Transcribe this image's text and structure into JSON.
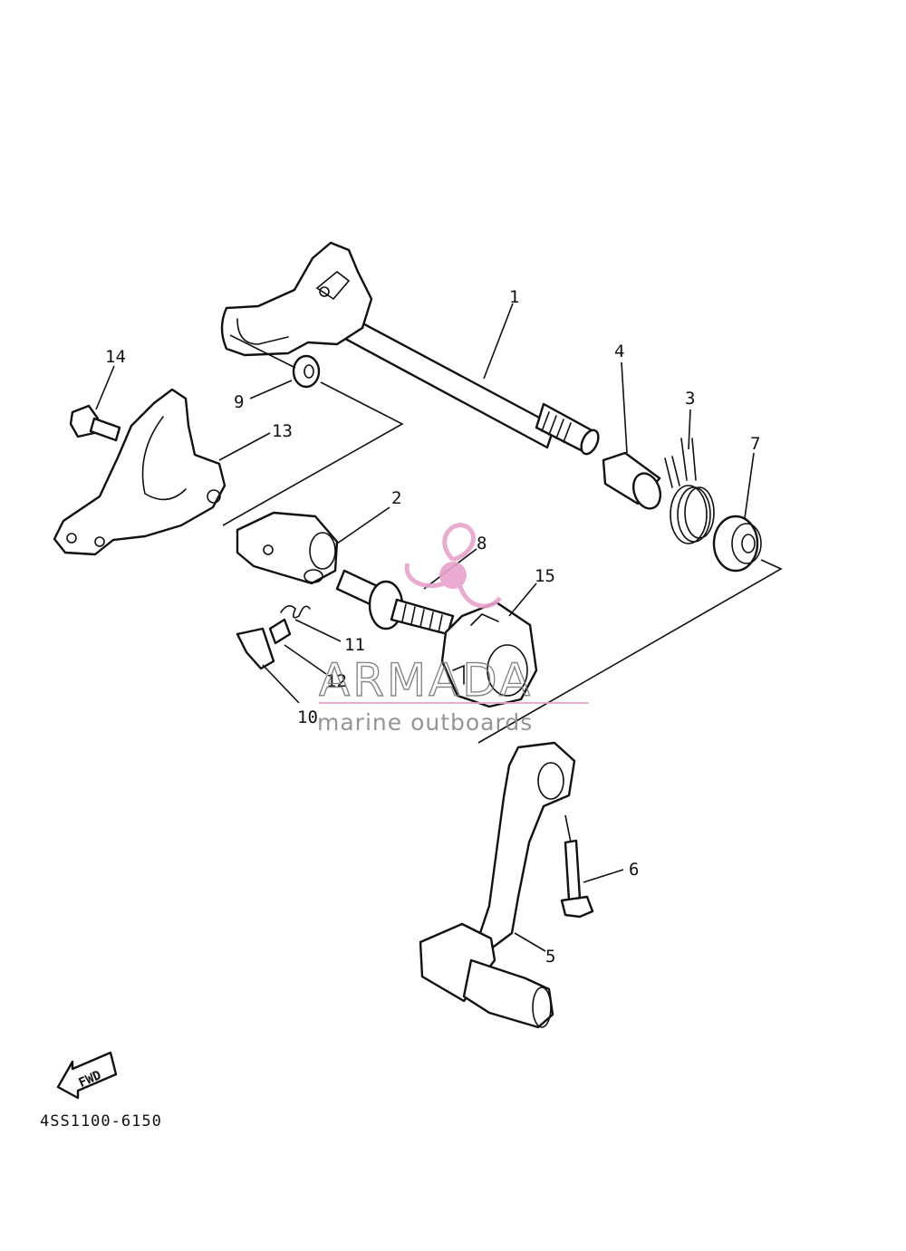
{
  "callouts": {
    "c1": "1",
    "c2": "2",
    "c3": "3",
    "c4": "4",
    "c5": "5",
    "c6": "6",
    "c7": "7",
    "c8": "8",
    "c9": "9",
    "c10": "10",
    "c11": "11",
    "c12": "12",
    "c13": "13",
    "c14": "14",
    "c15": "15"
  },
  "watermark": {
    "brand": "ARMADA",
    "tagline": "marine outboards",
    "accent_color": "#e9a3cc",
    "text_color": "#7a7a7a"
  },
  "direction_badge": {
    "label": "FWD",
    "icon": "arrow-left-icon"
  },
  "diagram_code": "4SS1100-6150"
}
